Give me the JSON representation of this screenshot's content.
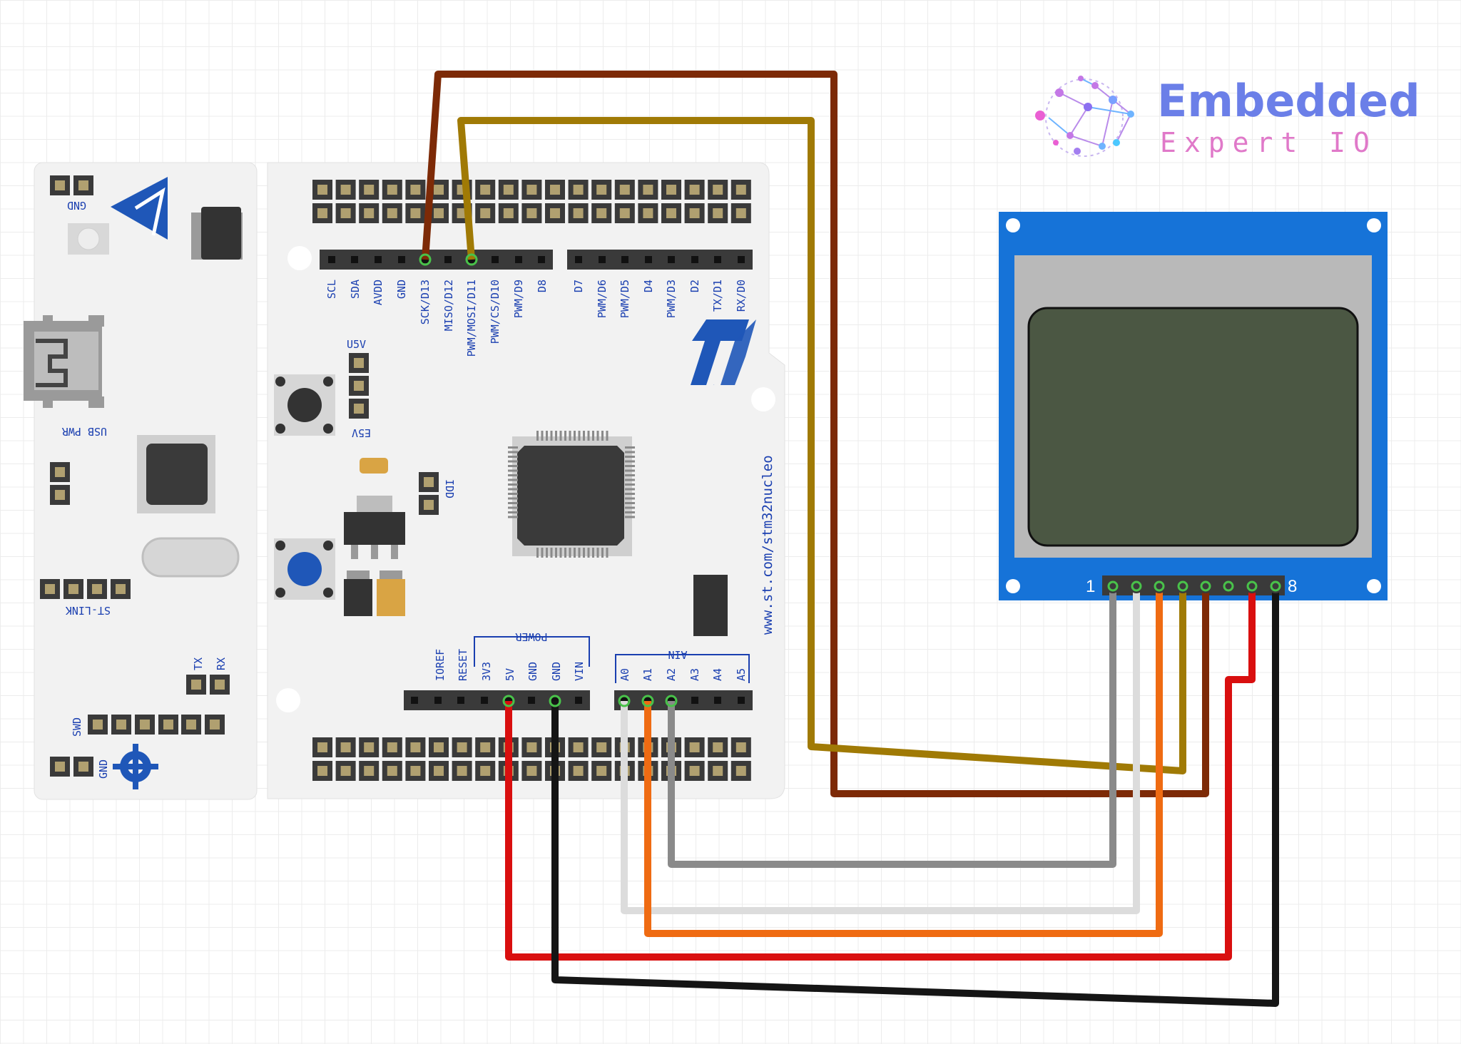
{
  "brand": {
    "line1": "Embedded",
    "line2": "Expert IO"
  },
  "board": {
    "url": "www.st.com/stm32nucleo",
    "logo_text": "ST",
    "top_labels": [
      "SCL",
      "SDA",
      "AVDD",
      "GND",
      "SCK/D13",
      "MISO/D12",
      "PWM/MOSI/D11",
      "PWM/CS/D10",
      "PWM/D9",
      "D8",
      "D7",
      "PWM/D6",
      "PWM/D5",
      "D4",
      "PWM/D3",
      "D2",
      "TX/D1",
      "RX/D0"
    ],
    "power_title": "POWER",
    "power_labels": [
      "IOREF",
      "RESET",
      "3V3",
      "5V",
      "GND",
      "GND",
      "VIN"
    ],
    "ain_title": "AIN",
    "ain_labels": [
      "A0",
      "A1",
      "A2",
      "A3",
      "A4",
      "A5"
    ],
    "left_labels": {
      "gnd_top": "GND",
      "usb_pwr": "USB PWR",
      "st_link": "ST-LINK",
      "tx": "TX",
      "rx": "RX",
      "swd": "SWD",
      "gnd_bottom": "GND"
    },
    "jumper_labels": {
      "u5v": "U5V",
      "e5v": "E5V",
      "idd": "IDD"
    }
  },
  "lcd": {
    "pin_first": "1",
    "pin_last": "8"
  },
  "wire_colors": {
    "brown": "#7d2a07",
    "gold": "#a07a05",
    "gray": "#8a8a8a",
    "white": "#e6e6e6",
    "orange": "#ef6b12",
    "red": "#d90f0f",
    "black": "#151515"
  },
  "colors": {
    "board": "#f2f2f2",
    "lcd_pcb": "#1673d8",
    "lcd_screen": "#4b5743",
    "st_blue": "#1f57b8"
  }
}
